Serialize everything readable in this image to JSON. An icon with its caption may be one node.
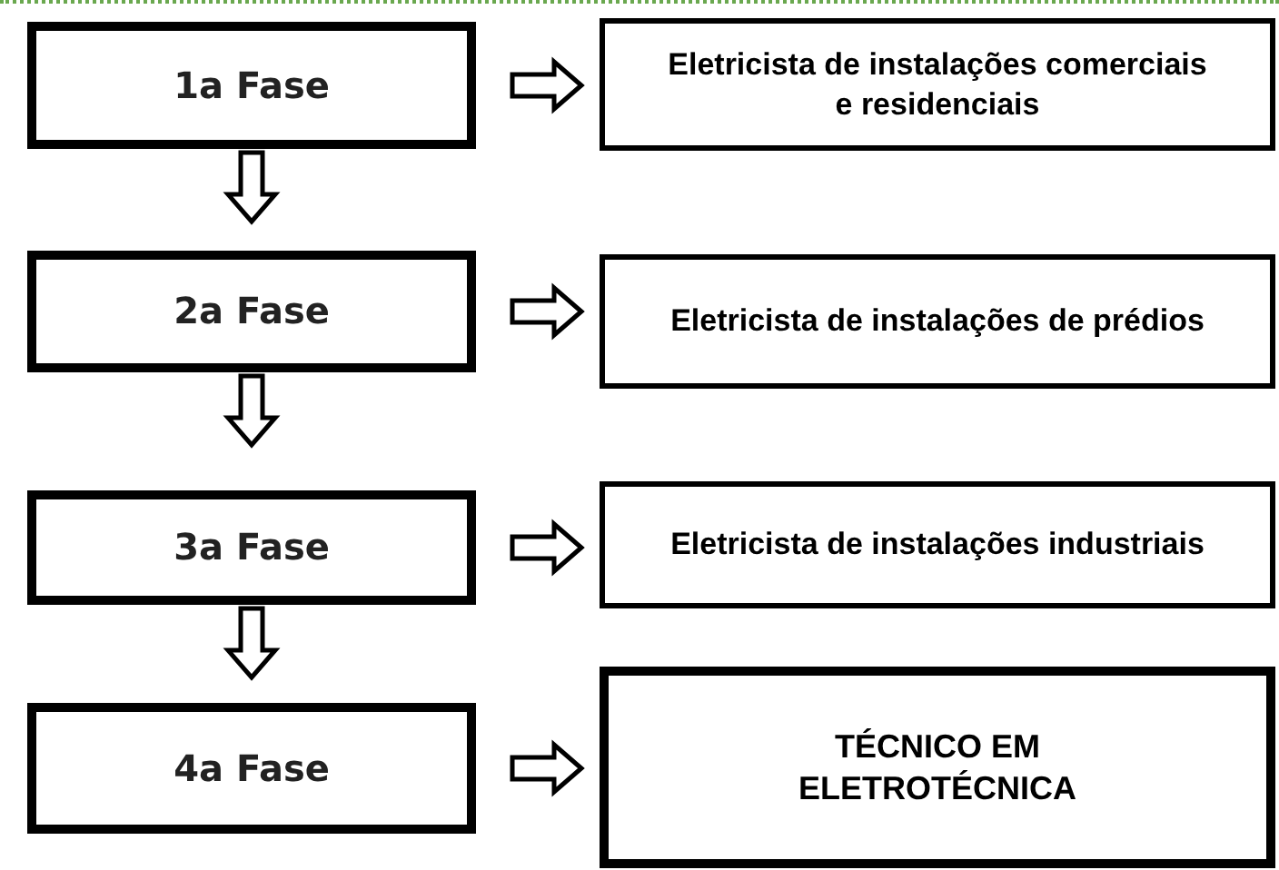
{
  "diagram": {
    "nodes": [
      {
        "text": [
          "1a Fase"
        ]
      },
      {
        "text": [
          "Eletricista de instalações comerciais e residenciais"
        ]
      },
      {
        "text": [
          "2a Fase"
        ]
      },
      {
        "text": [
          "Eletricista de instalações de prédios"
        ]
      },
      {
        "text": [
          "3a Fase"
        ]
      },
      {
        "text": [
          "Eletricista de instalações industriais"
        ]
      },
      {
        "text": [
          "4a Fase"
        ]
      },
      {
        "text": [
          "TÉCNICO EM ELETROTÉCNICA"
        ]
      }
    ],
    "edges": [
      {
        "from": 0,
        "to": 1,
        "arrow": "to"
      },
      {
        "from": 0,
        "to": 2,
        "arrow": "to"
      },
      {
        "from": 2,
        "to": 3,
        "arrow": "to"
      },
      {
        "from": 2,
        "to": 4,
        "arrow": "to"
      },
      {
        "from": 4,
        "to": 5,
        "arrow": "to"
      },
      {
        "from": 4,
        "to": 6,
        "arrow": "to"
      },
      {
        "from": 6,
        "to": 7,
        "arrow": "to"
      }
    ]
  }
}
